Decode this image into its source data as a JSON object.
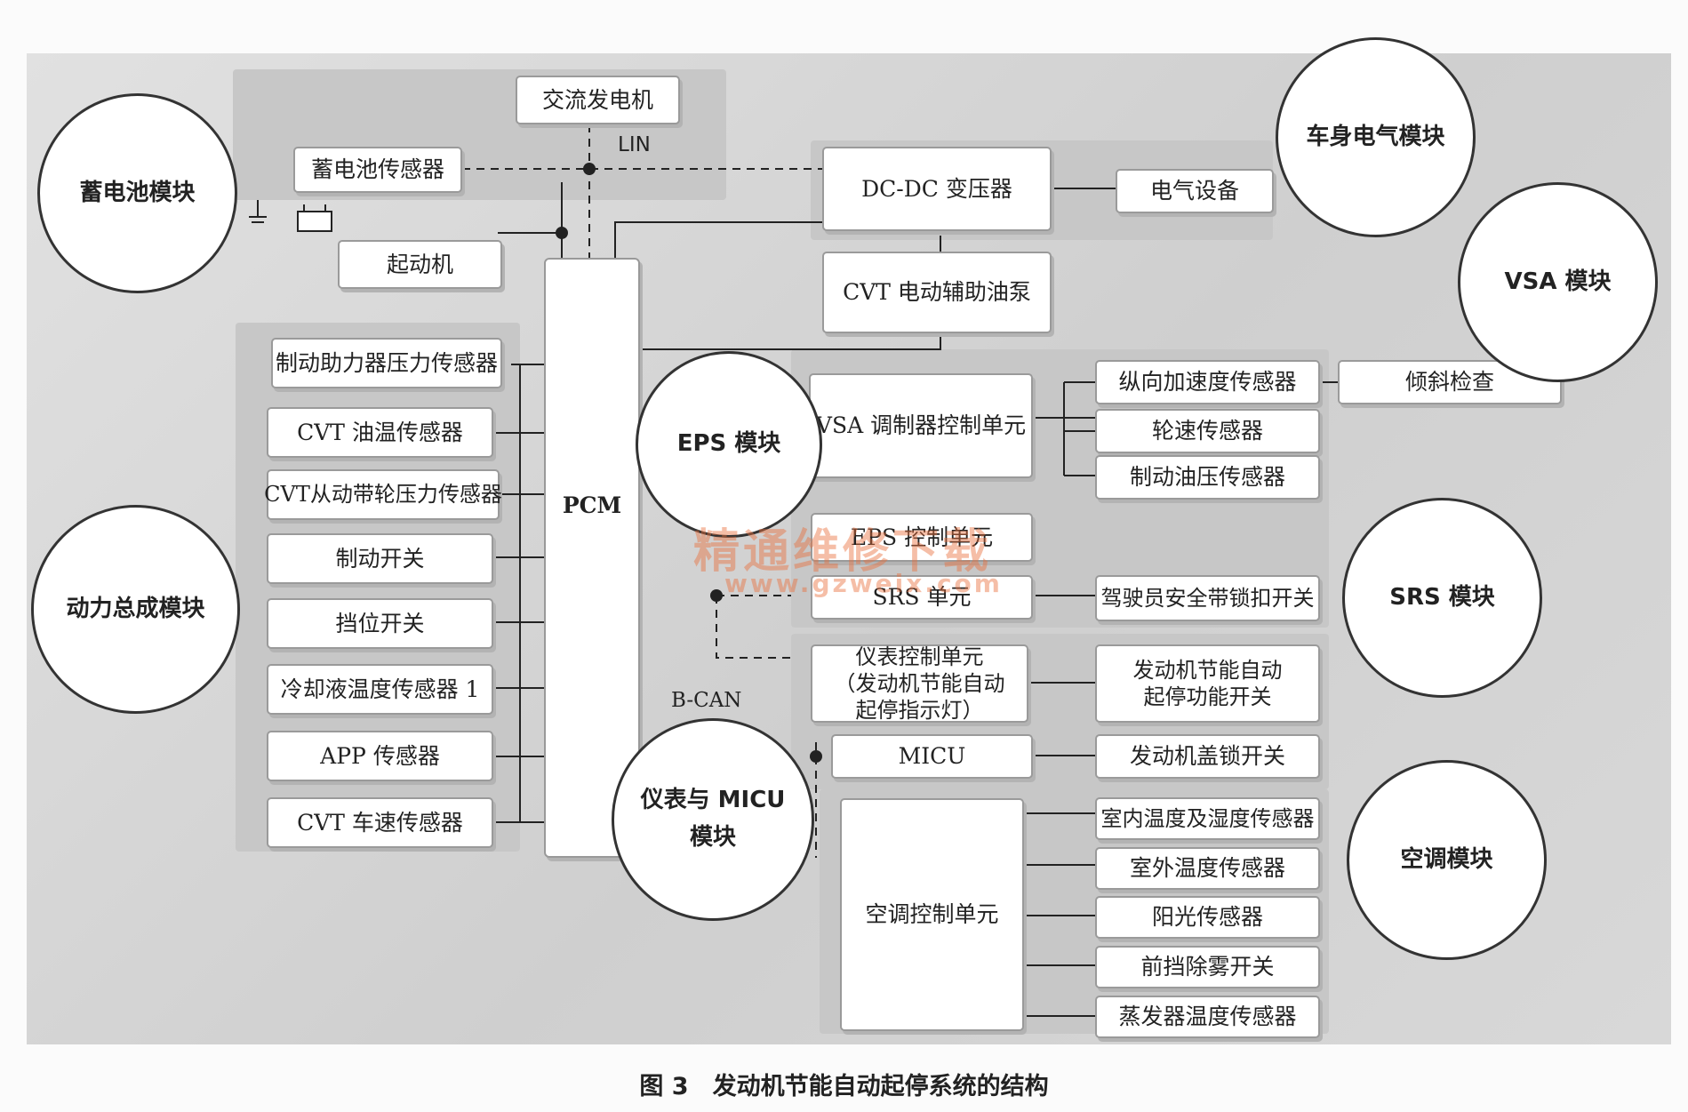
{
  "labels": {
    "alternator": "交流发电机",
    "lin": "LIN",
    "battery_sensor": "蓄电池传感器",
    "starter": "起动机",
    "dcdc": "DC-DC 变压器",
    "electrical_equipment": "电气设备",
    "cvt_aux_pump": "CVT 电动辅助油泵",
    "pcm": "PCM",
    "brake_booster_sensor": "制动助力器压力传感器",
    "cvt_oil_temp": "CVT 油温传感器",
    "cvt_driven_pulley": "CVT从动带轮压力传感器",
    "brake_switch": "制动开关",
    "gear_switch": "挡位开关",
    "coolant_temp": "冷却液温度传感器 1",
    "app_sensor": "APP 传感器",
    "cvt_speed": "CVT 车速传感器",
    "vsa_control_unit": "VSA 调制器控制单元",
    "long_accel": "纵向加速度传感器",
    "tilt_check": "倾斜检查",
    "wheel_speed": "轮速传感器",
    "brake_pressure": "制动油压传感器",
    "eps_control_unit": "EPS 控制单元",
    "srs_unit": "SRS 单元",
    "seatbelt_switch": "驾驶员安全带锁扣开关",
    "meter_control_unit": "仪表控制单元\n（发动机节能自动\n起停指示灯）",
    "idle_stop_switch": "发动机节能自动\n起停功能开关",
    "bcan": "B-CAN",
    "micu": "MICU",
    "hood_switch": "发动机盖锁开关",
    "ac_control_unit": "空调控制单元",
    "indoor_temp_humidity": "室内温度及湿度传感器",
    "outdoor_temp": "室外温度传感器",
    "sunlight_sensor": "阳光传感器",
    "defog_switch": "前挡除雾开关",
    "evaporator_temp": "蒸发器温度传感器"
  },
  "modules": {
    "battery": "蓄电池模块",
    "body_electric": "车身电气模块",
    "vsa": "VSA 模块",
    "eps": "EPS 模块",
    "powertrain": "动力总成模块",
    "srs": "SRS 模块",
    "meter_micu": "仪表与 MICU\n模块",
    "ac": "空调模块"
  },
  "watermark": {
    "title": "精通维修下载",
    "url": "www.gzweix.com"
  },
  "caption": "图 3　发动机节能自动起停系统的结构"
}
